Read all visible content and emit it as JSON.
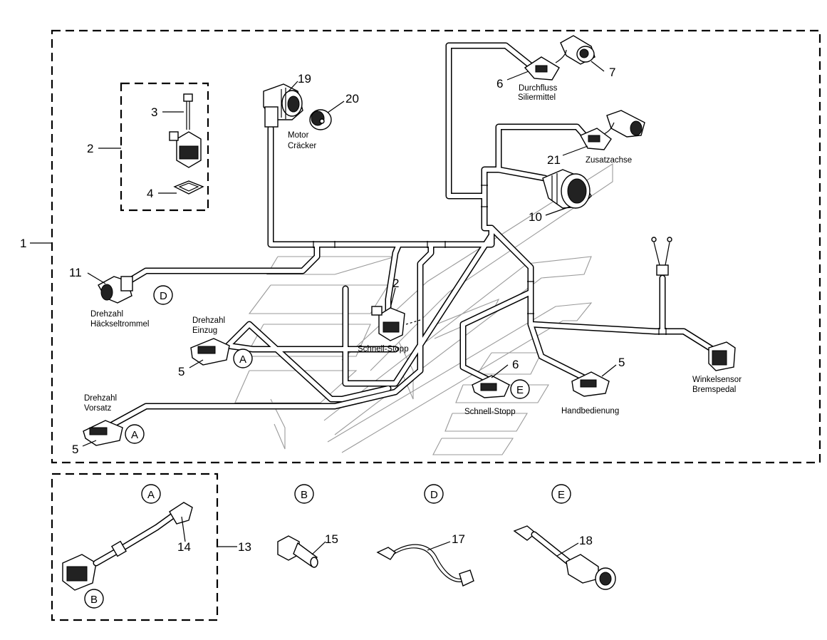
{
  "callouts": {
    "n1": "1",
    "n2": "2",
    "n2b": "2",
    "n3": "3",
    "n4": "4",
    "n5a": "5",
    "n5b": "5",
    "n5c": "5",
    "n6a": "6",
    "n6b": "6",
    "n7": "7",
    "n10": "10",
    "n11": "11",
    "n13": "13",
    "n14": "14",
    "n15": "15",
    "n17": "17",
    "n18": "18",
    "n19": "19",
    "n20": "20",
    "n21": "21"
  },
  "labels": {
    "motor": "Motor",
    "cracker": "Cräcker",
    "durchfluss": "Durchfluss",
    "siliermittel": "Siliermittel",
    "zusatzachse": "Zusatzachse",
    "drehzahl1": "Drehzahl",
    "haeckseltrommel": "Häckseltrommel",
    "drehzahl2": "Drehzahl",
    "einzug": "Einzug",
    "schnell_stopp_center": "Schnell-Stopp",
    "drehzahl3": "Drehzahl",
    "vorsatz": "Vorsatz",
    "schnell_stopp_bottom": "Schnell-Stopp",
    "handbedienung": "Handbedienung",
    "winkelsensor": "Winkelsensor",
    "bremspedal": "Bremspedal"
  },
  "letters": {
    "d_main": "D",
    "a_mid": "A",
    "a_low": "A",
    "e_main": "E",
    "a_box": "A",
    "b_box": "B",
    "b_item": "B",
    "d_item": "D",
    "e_item": "E"
  },
  "colors": {
    "line": "#000000",
    "ghost": "#9a9a9a",
    "background": "#ffffff"
  }
}
